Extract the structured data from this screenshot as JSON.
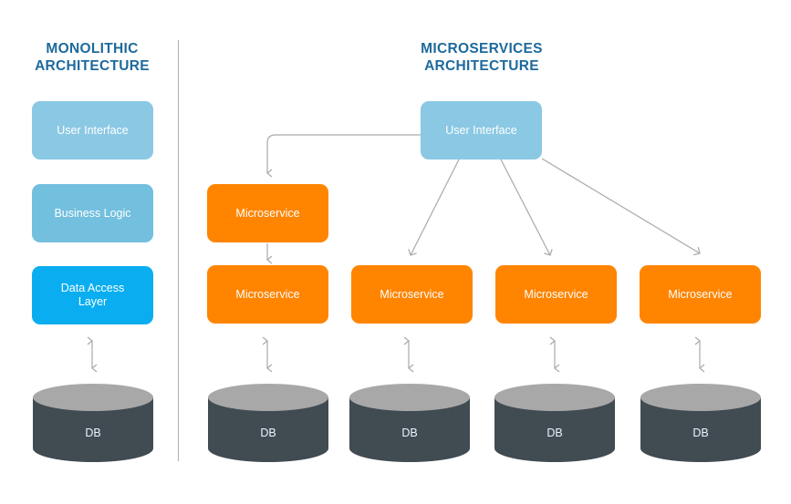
{
  "monolithic": {
    "title_line1": "MONOLITHIC",
    "title_line2": "ARCHITECTURE",
    "layers": [
      {
        "label": "User Interface"
      },
      {
        "label": "Business Logic"
      },
      {
        "label_line1": "Data Access",
        "label_line2": "Layer"
      }
    ],
    "database": {
      "label": "DB"
    }
  },
  "microservices": {
    "title_line1": "MICROSERVICES",
    "title_line2": "ARCHITECTURE",
    "user_interface": {
      "label": "User Interface"
    },
    "services": [
      {
        "label": "Microservice"
      },
      {
        "label": "Microservice"
      },
      {
        "label": "Microservice"
      },
      {
        "label": "Microservice"
      },
      {
        "label": "Microservice"
      }
    ],
    "databases": [
      {
        "label": "DB"
      },
      {
        "label": "DB"
      },
      {
        "label": "DB"
      },
      {
        "label": "DB"
      }
    ]
  },
  "colors": {
    "title": "#1e6a9c",
    "user_interface": "#8ac8e4",
    "business_logic": "#72bfde",
    "data_access_layer": "#0aaef0",
    "microservice": "#ff8400",
    "db_body": "#414b52",
    "db_top": "#a8a8a8",
    "connector": "#a9a9a9"
  }
}
